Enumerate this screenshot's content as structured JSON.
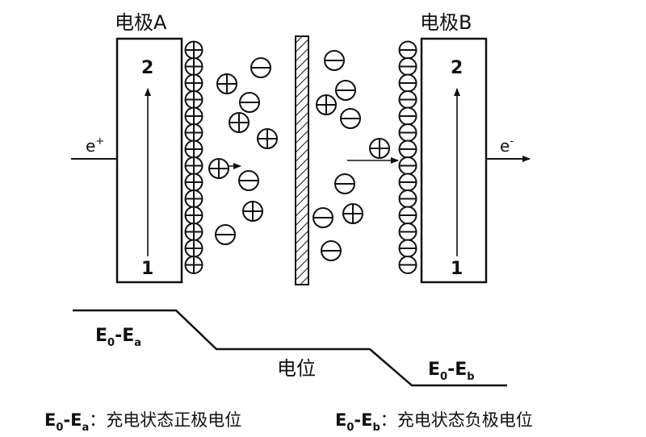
{
  "electrode_a": {
    "label": "电极A",
    "top_marker": "2",
    "bottom_marker": "1"
  },
  "electrode_b": {
    "label": "电极B",
    "top_marker": "2",
    "bottom_marker": "1"
  },
  "carrier_left": {
    "base": "e",
    "sup": "+"
  },
  "carrier_right": {
    "base": "e",
    "sup": "-"
  },
  "potential": {
    "label": "电位",
    "level_a": {
      "main": "E",
      "sub1": "0",
      "dash": "-E",
      "sub2": "a"
    },
    "level_b": {
      "main": "E",
      "sub1": "0",
      "dash": "-E",
      "sub2": "b"
    }
  },
  "legend": [
    {
      "main": "E",
      "sub1": "0",
      "dash": "-E",
      "sub2": "a",
      "text": "：充电状态正极电位"
    },
    {
      "main": "E",
      "sub1": "0",
      "dash": "-E",
      "sub2": "b",
      "text": "：充电状态负极电位"
    }
  ]
}
